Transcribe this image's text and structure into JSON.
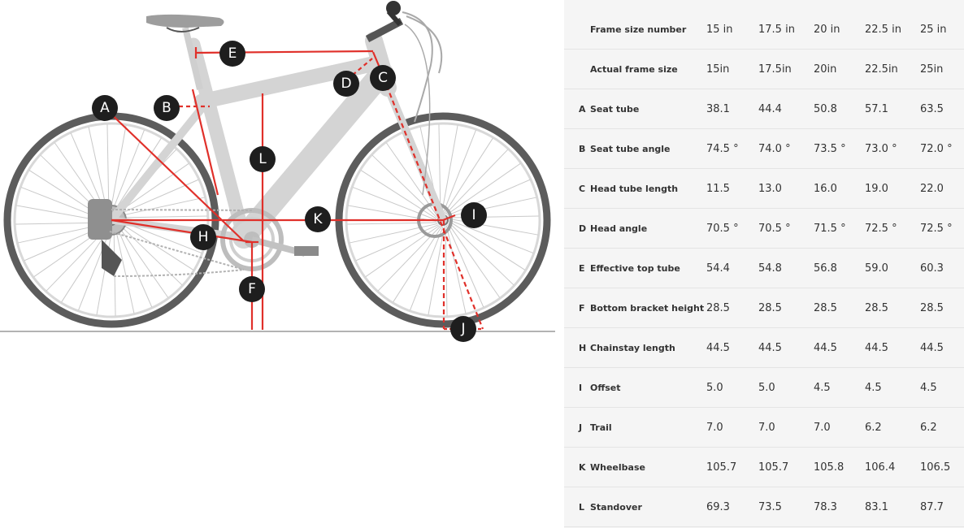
{
  "diagram": {
    "labels": [
      "A",
      "B",
      "C",
      "D",
      "E",
      "F",
      "H",
      "I",
      "J",
      "K",
      "L"
    ],
    "colors": {
      "frame": "#d4d4d4",
      "tire": "#5c5c5c",
      "measure": "#e0302a",
      "badge": "#1e1e1e",
      "ground": "#9a9a9a"
    }
  },
  "table": {
    "header_rows": [
      {
        "label": "Frame size number",
        "values": [
          "15 in",
          "17.5 in",
          "20 in",
          "22.5 in",
          "25 in"
        ]
      },
      {
        "label": "Actual frame size",
        "values": [
          "15in",
          "17.5in",
          "20in",
          "22.5in",
          "25in"
        ]
      }
    ],
    "rows": [
      {
        "key": "A",
        "label": "Seat tube",
        "values": [
          "38.1",
          "44.4",
          "50.8",
          "57.1",
          "63.5"
        ]
      },
      {
        "key": "B",
        "label": "Seat tube angle",
        "values": [
          "74.5 °",
          "74.0 °",
          "73.5 °",
          "73.0 °",
          "72.0 °"
        ]
      },
      {
        "key": "C",
        "label": "Head tube length",
        "values": [
          "11.5",
          "13.0",
          "16.0",
          "19.0",
          "22.0"
        ]
      },
      {
        "key": "D",
        "label": "Head angle",
        "values": [
          "70.5 °",
          "70.5 °",
          "71.5 °",
          "72.5 °",
          "72.5 °"
        ]
      },
      {
        "key": "E",
        "label": "Effective top tube",
        "values": [
          "54.4",
          "54.8",
          "56.8",
          "59.0",
          "60.3"
        ]
      },
      {
        "key": "F",
        "label": "Bottom bracket height",
        "values": [
          "28.5",
          "28.5",
          "28.5",
          "28.5",
          "28.5"
        ]
      },
      {
        "key": "H",
        "label": "Chainstay length",
        "values": [
          "44.5",
          "44.5",
          "44.5",
          "44.5",
          "44.5"
        ]
      },
      {
        "key": "I",
        "label": "Offset",
        "values": [
          "5.0",
          "5.0",
          "4.5",
          "4.5",
          "4.5"
        ]
      },
      {
        "key": "J",
        "label": "Trail",
        "values": [
          "7.0",
          "7.0",
          "7.0",
          "6.2",
          "6.2"
        ]
      },
      {
        "key": "K",
        "label": "Wheelbase",
        "values": [
          "105.7",
          "105.7",
          "105.8",
          "106.4",
          "106.5"
        ]
      },
      {
        "key": "L",
        "label": "Standover",
        "values": [
          "69.3",
          "73.5",
          "78.3",
          "83.1",
          "87.7"
        ]
      }
    ]
  }
}
